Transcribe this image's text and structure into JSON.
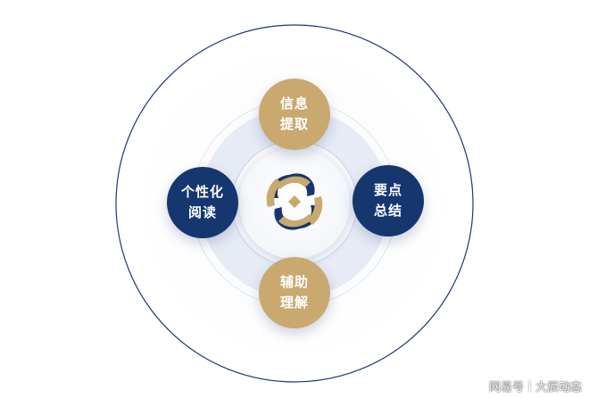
{
  "colors": {
    "navy": "#163670",
    "gold": "#c9a96f",
    "ring_light": "#e8edf6"
  },
  "center": {
    "icon": "interlocking-swirl-logo-icon"
  },
  "nodes": {
    "top": {
      "line1": "信息",
      "line2": "提取"
    },
    "left": {
      "line1": "个性化",
      "line2": "阅读"
    },
    "right": {
      "line1": "要点",
      "line2": "总结"
    },
    "bottom": {
      "line1": "辅助",
      "line2": "理解"
    }
  },
  "watermark": {
    "platform": "网易号",
    "account": "大辰动态"
  }
}
